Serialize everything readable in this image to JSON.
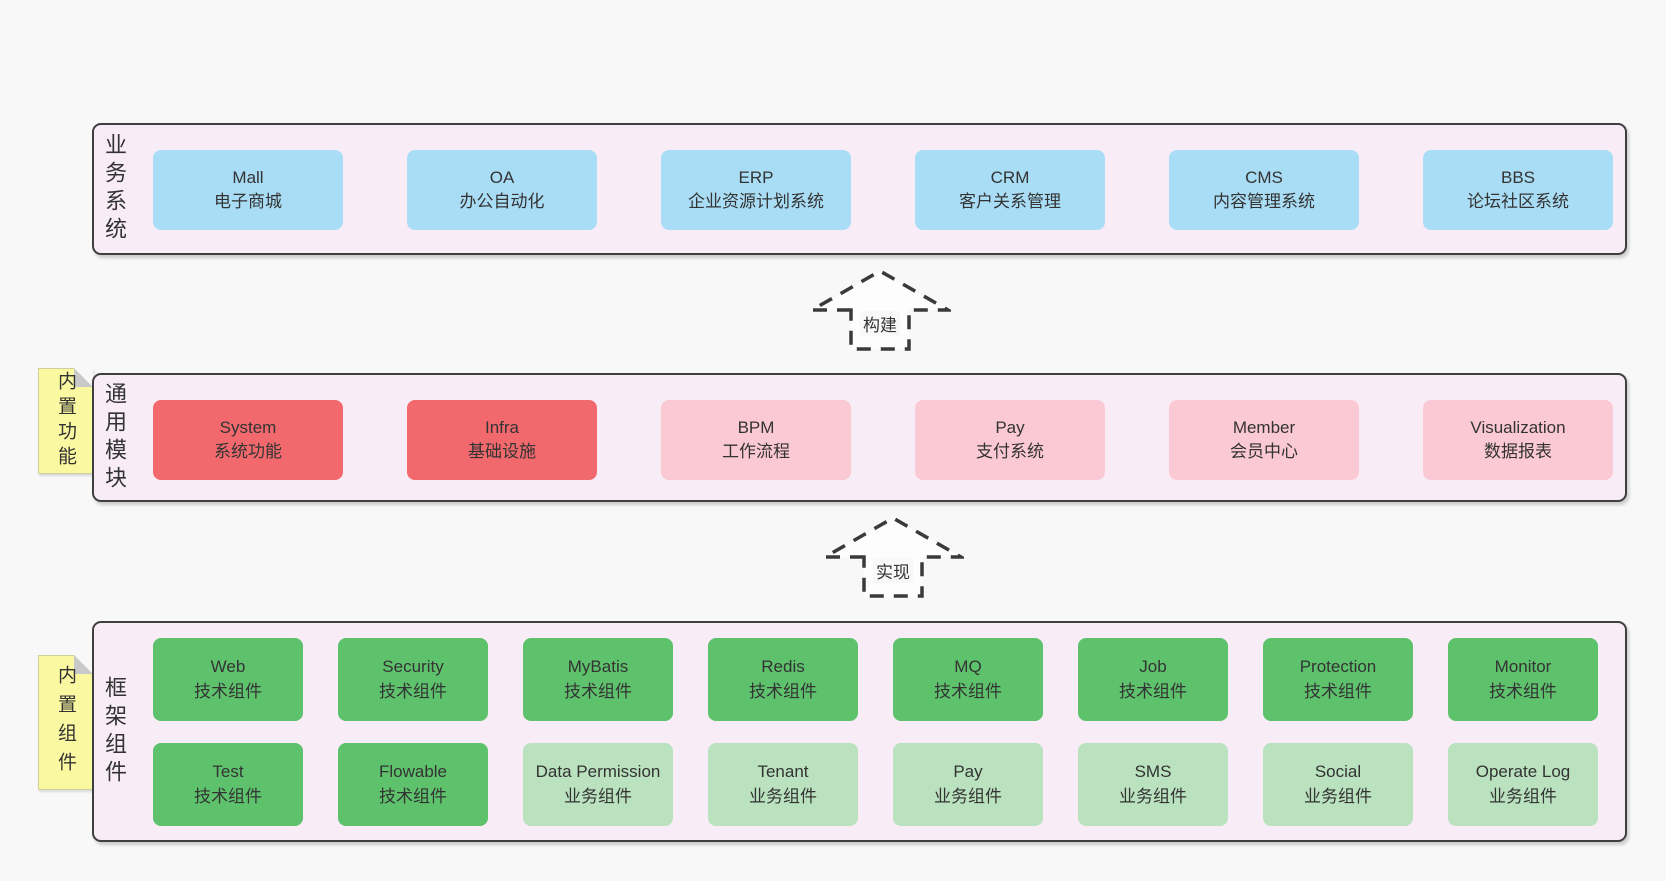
{
  "colors": {
    "page-bg": "#f8f8f8",
    "section-bg": "#f8edf7",
    "section-border": "#3f3f3f",
    "box-blue": "#a9ddf5",
    "box-red": "#f2696d",
    "box-pink": "#fbc9d3",
    "box-green": "#5ec26d",
    "box-lightgreen": "#bae2bf",
    "sticky-yellow": "#faf8a0",
    "text": "#333333",
    "arrow": "#3a3a3a"
  },
  "business_section": {
    "label": "业务系统",
    "boxes": [
      {
        "name": "Mall",
        "subtitle": "电子商城"
      },
      {
        "name": "OA",
        "subtitle": "办公自动化"
      },
      {
        "name": "ERP",
        "subtitle": "企业资源计划系统"
      },
      {
        "name": "CRM",
        "subtitle": "客户关系管理"
      },
      {
        "name": "CMS",
        "subtitle": "内容管理系统"
      },
      {
        "name": "BBS",
        "subtitle": "论坛社区系统"
      }
    ]
  },
  "modules_section": {
    "label": "通用模块",
    "sticky": "内置功能",
    "boxes": [
      {
        "name": "System",
        "subtitle": "系统功能"
      },
      {
        "name": "Infra",
        "subtitle": "基础设施"
      },
      {
        "name": "BPM",
        "subtitle": "工作流程"
      },
      {
        "name": "Pay",
        "subtitle": "支付系统"
      },
      {
        "name": "Member",
        "subtitle": "会员中心"
      },
      {
        "name": "Visualization",
        "subtitle": "数据报表"
      }
    ]
  },
  "components_section": {
    "label": "框架组件",
    "sticky": "内置组件",
    "rows": [
      [
        {
          "name": "Web",
          "subtitle": "技术组件"
        },
        {
          "name": "Security",
          "subtitle": "技术组件"
        },
        {
          "name": "MyBatis",
          "subtitle": "技术组件"
        },
        {
          "name": "Redis",
          "subtitle": "技术组件"
        },
        {
          "name": "MQ",
          "subtitle": "技术组件"
        },
        {
          "name": "Job",
          "subtitle": "技术组件"
        },
        {
          "name": "Protection",
          "subtitle": "技术组件"
        },
        {
          "name": "Monitor",
          "subtitle": "技术组件"
        }
      ],
      [
        {
          "name": "Test",
          "subtitle": "技术组件"
        },
        {
          "name": "Flowable",
          "subtitle": "技术组件"
        },
        {
          "name": "Data Permission",
          "subtitle": "业务组件"
        },
        {
          "name": "Tenant",
          "subtitle": "业务组件"
        },
        {
          "name": "Pay",
          "subtitle": "业务组件"
        },
        {
          "name": "SMS",
          "subtitle": "业务组件"
        },
        {
          "name": "Social",
          "subtitle": "业务组件"
        },
        {
          "name": "Operate Log",
          "subtitle": "业务组件"
        }
      ]
    ]
  },
  "arrows": {
    "build": "构建",
    "implement": "实现"
  }
}
